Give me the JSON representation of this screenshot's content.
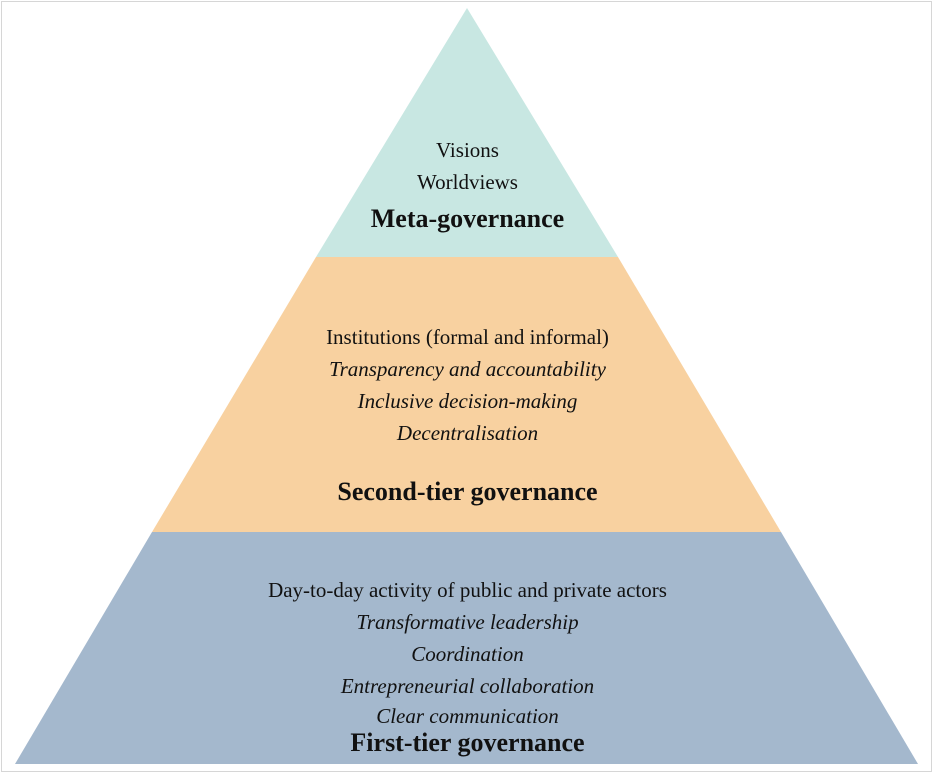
{
  "diagram": {
    "tiers": [
      {
        "id": "meta",
        "color": "#c8e7e2",
        "items": [
          {
            "text": "Visions",
            "style": "normal"
          },
          {
            "text": "Worldviews",
            "style": "normal"
          }
        ],
        "title": "Meta-governance"
      },
      {
        "id": "second",
        "color": "#f8d1a0",
        "items": [
          {
            "text": "Institutions (formal and informal)",
            "style": "normal"
          },
          {
            "text": "Transparency and accountability",
            "style": "italic"
          },
          {
            "text": "Inclusive decision-making",
            "style": "italic"
          },
          {
            "text": "Decentralisation",
            "style": "italic"
          }
        ],
        "title": "Second-tier governance"
      },
      {
        "id": "first",
        "color": "#a4b8cd",
        "items": [
          {
            "text": "Day-to-day activity of public and private actors",
            "style": "normal"
          },
          {
            "text": "Transformative leadership",
            "style": "italic"
          },
          {
            "text": "Coordination",
            "style": "italic"
          },
          {
            "text": "Entrepreneurial collaboration",
            "style": "italic"
          },
          {
            "text": "Clear communication",
            "style": "italic"
          }
        ],
        "title": "First-tier governance"
      }
    ]
  }
}
